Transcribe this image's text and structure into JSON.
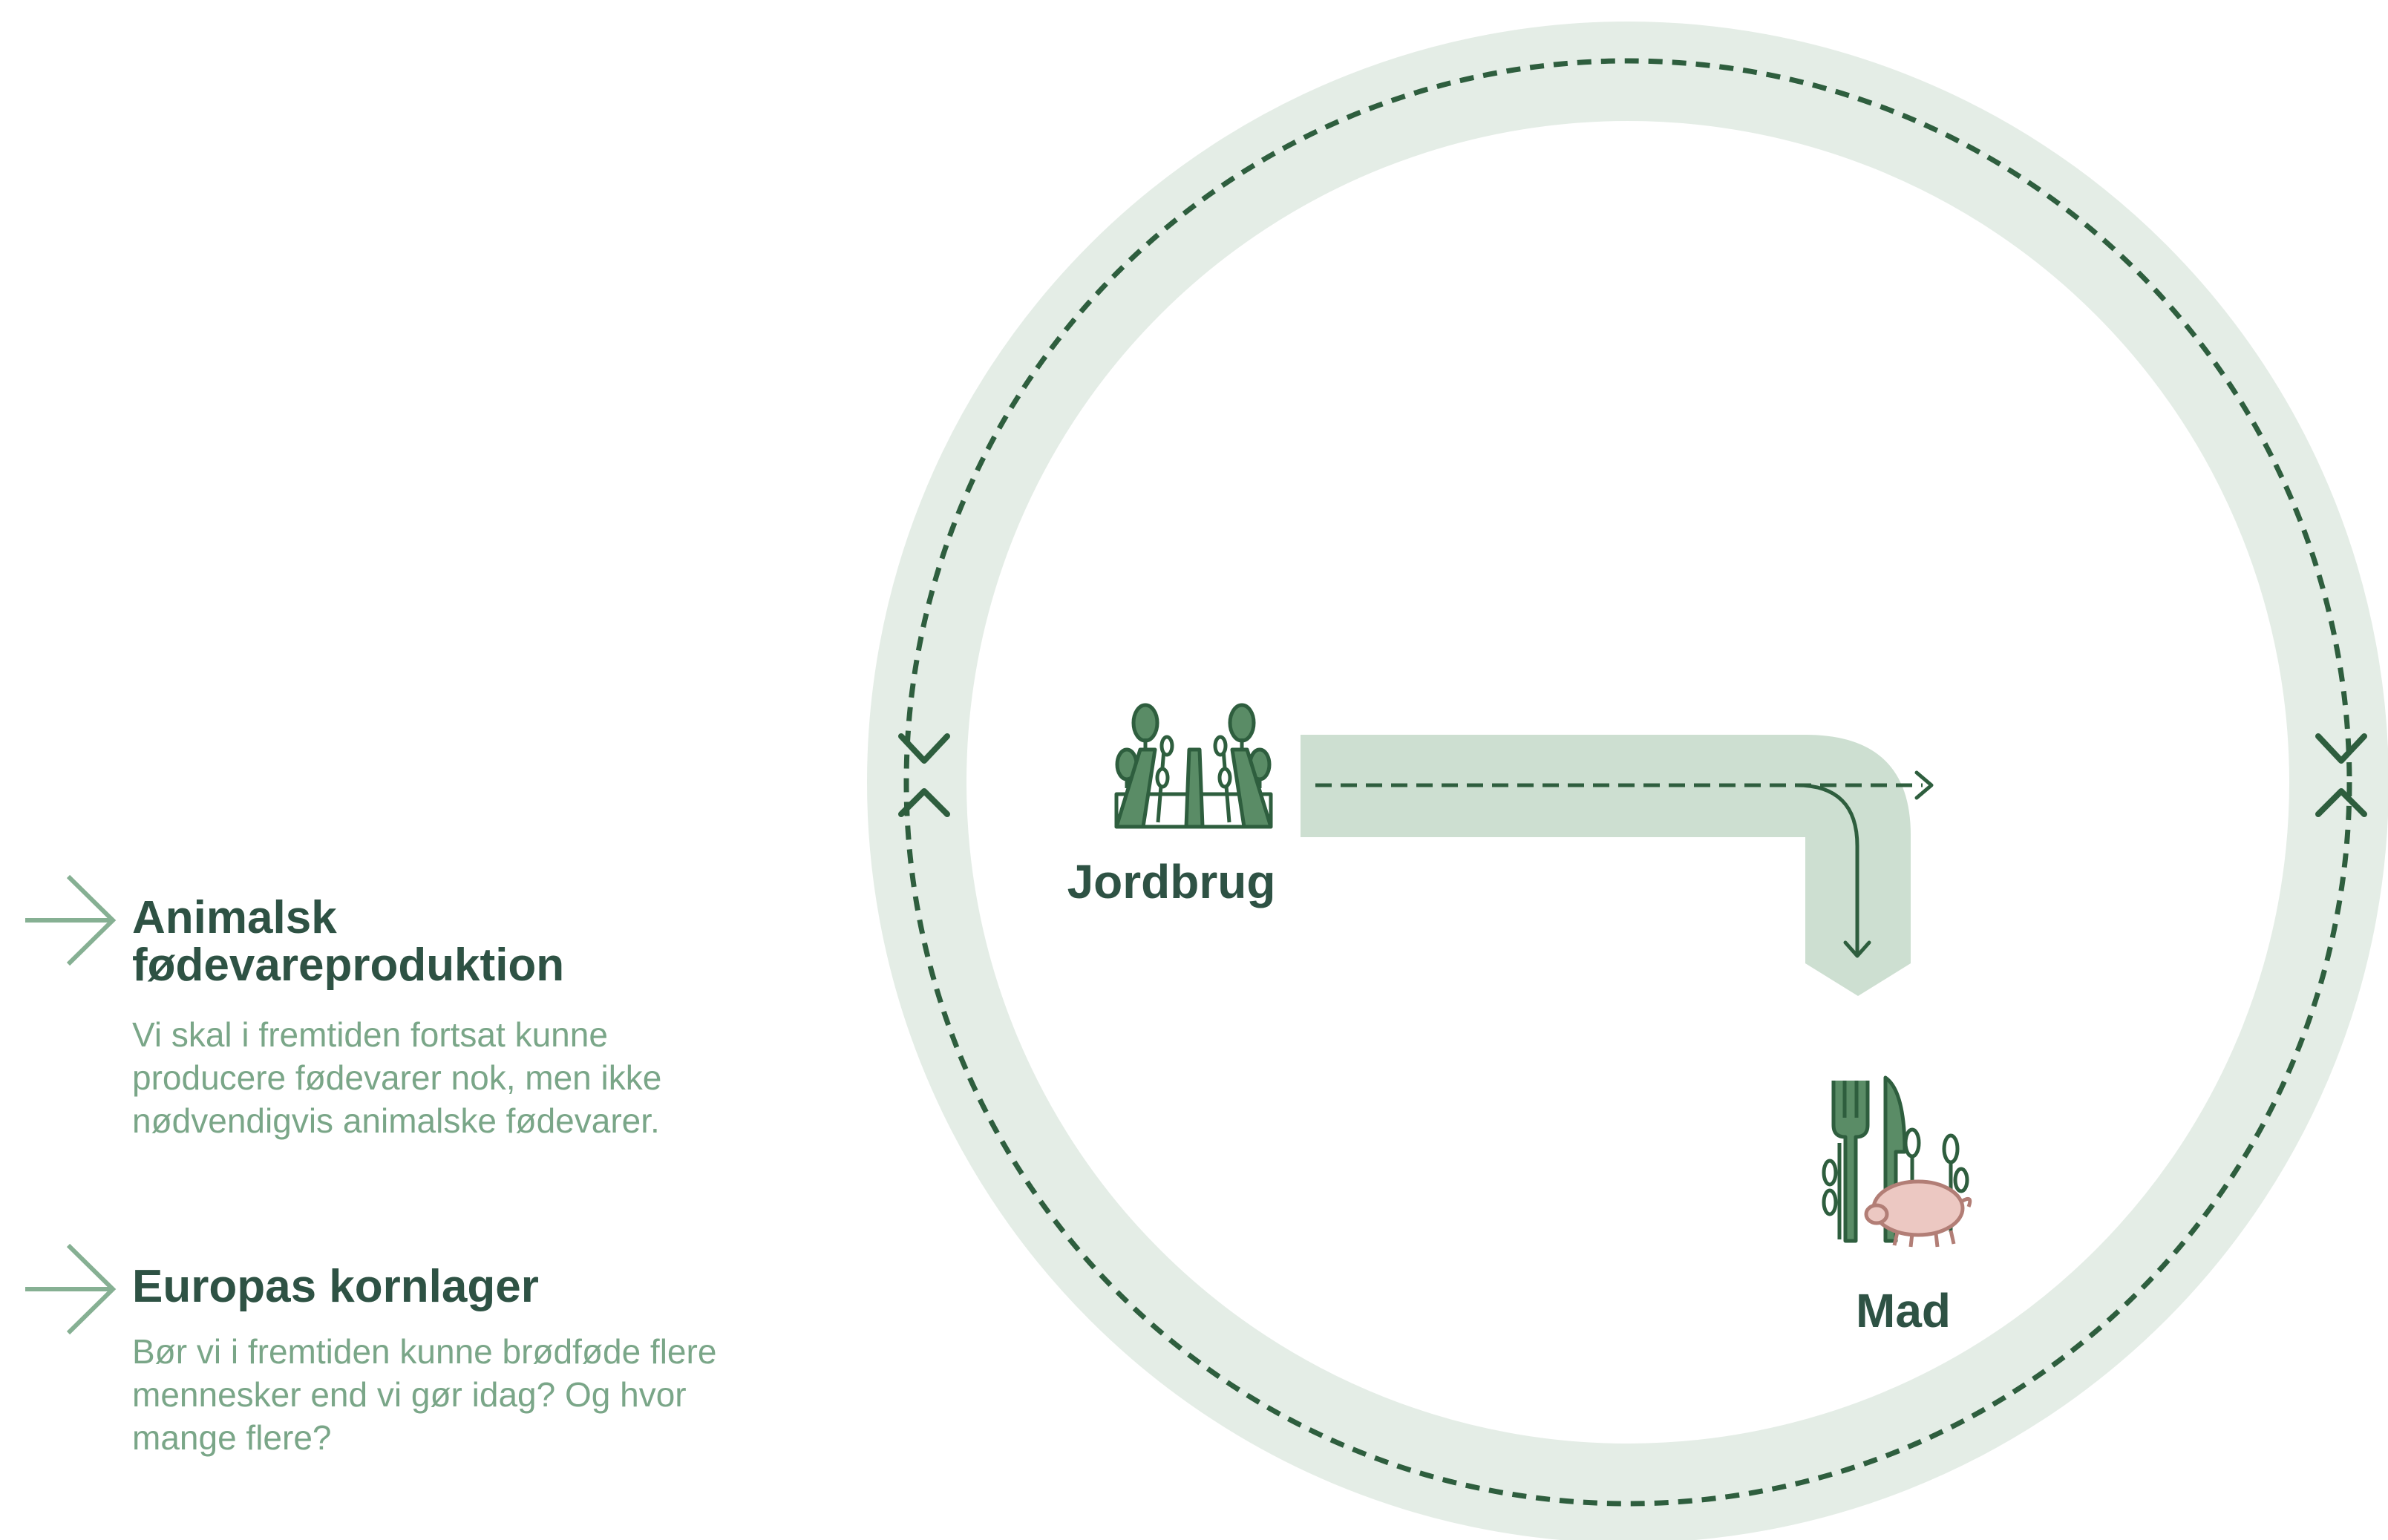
{
  "colors": {
    "ring": "#e4ede6",
    "flow_band": "#cddfd1",
    "dark_green": "#2e5e3e",
    "heading": "#2e5244",
    "body_text": "#7aa688",
    "arrow_accent": "#86b093",
    "icon_green": "#5a8c66",
    "pig": "#ecc8c2"
  },
  "nodes": {
    "jordbrug": {
      "label": "Jordbrug",
      "icon": "field-icon"
    },
    "mad": {
      "label": "Mad",
      "icon": "food-icon"
    }
  },
  "info_items": [
    {
      "title": "Animalsk fødevareproduktion",
      "description": "Vi skal i fremtiden fortsat kunne producere fødevarer nok, men ikke nødvendigvis animalske fødevarer.",
      "icon": "arrow-right-icon"
    },
    {
      "title": "Europas kornlager",
      "description": "Bør vi i fremtiden kunne brødføde flere mennesker end vi gør idag? Og hvor mange flere?",
      "icon": "arrow-right-icon"
    }
  ]
}
